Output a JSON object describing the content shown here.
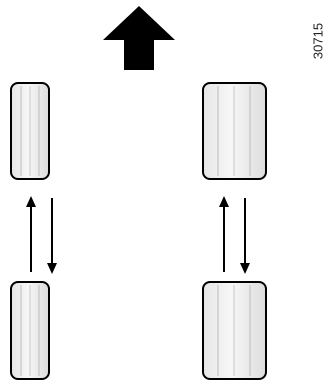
{
  "figure": {
    "reference_number": "30715",
    "direction_icon": "arrow-up-icon",
    "tires": [
      {
        "position": "front-left"
      },
      {
        "position": "front-right"
      },
      {
        "position": "rear-left"
      },
      {
        "position": "rear-right"
      }
    ],
    "swap_arrows": [
      {
        "side": "left",
        "icon": "swap-arrows-icon"
      },
      {
        "side": "right",
        "icon": "swap-arrows-icon"
      }
    ],
    "colors": {
      "ink": "#000000",
      "tire_fill": "#f2f2f2",
      "tire_shade": "#dcdcdc"
    }
  }
}
